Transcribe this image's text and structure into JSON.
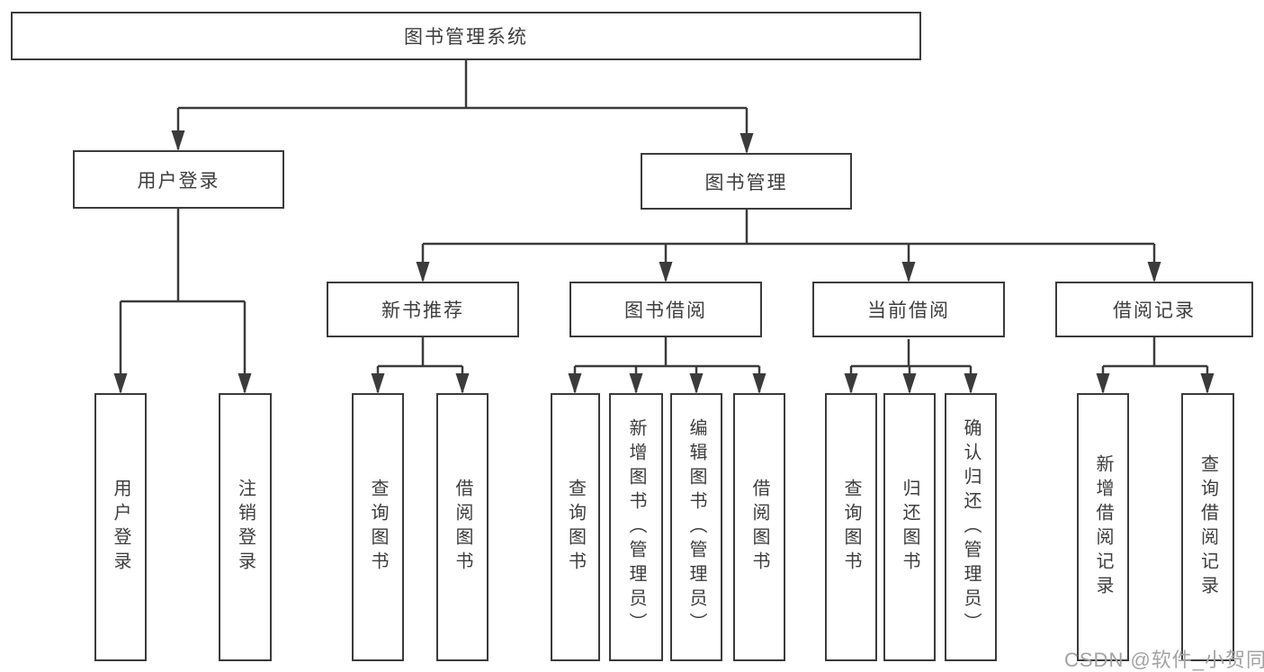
{
  "diagram_type": "hierarchy",
  "tree": {
    "label": "图书管理系统",
    "children": [
      {
        "label": "用户登录",
        "children": [
          {
            "label": "用户登录"
          },
          {
            "label": "注销登录"
          }
        ]
      },
      {
        "label": "图书管理",
        "children": [
          {
            "label": "新书推荐",
            "children": [
              {
                "label": "查询图书"
              },
              {
                "label": "借阅图书"
              }
            ]
          },
          {
            "label": "图书借阅",
            "children": [
              {
                "label": "查询图书"
              },
              {
                "label": "新增图书（管理员）"
              },
              {
                "label": "编辑图书（管理员）"
              },
              {
                "label": "借阅图书"
              }
            ]
          },
          {
            "label": "当前借阅",
            "children": [
              {
                "label": "查询图书"
              },
              {
                "label": "归还图书"
              },
              {
                "label": "确认归还（管理员）"
              }
            ]
          },
          {
            "label": "借阅记录",
            "children": [
              {
                "label": "新增借阅记录"
              },
              {
                "label": "查询借阅记录"
              }
            ]
          }
        ]
      }
    ]
  },
  "watermark": {
    "text": "CSDN @软件_小贺同学"
  },
  "colors": {
    "line": "#3b3b3b",
    "box_border": "#3b3b3b",
    "text": "#3d3d3d",
    "watermark": "#a3a3a3",
    "background": "#ffffff"
  }
}
